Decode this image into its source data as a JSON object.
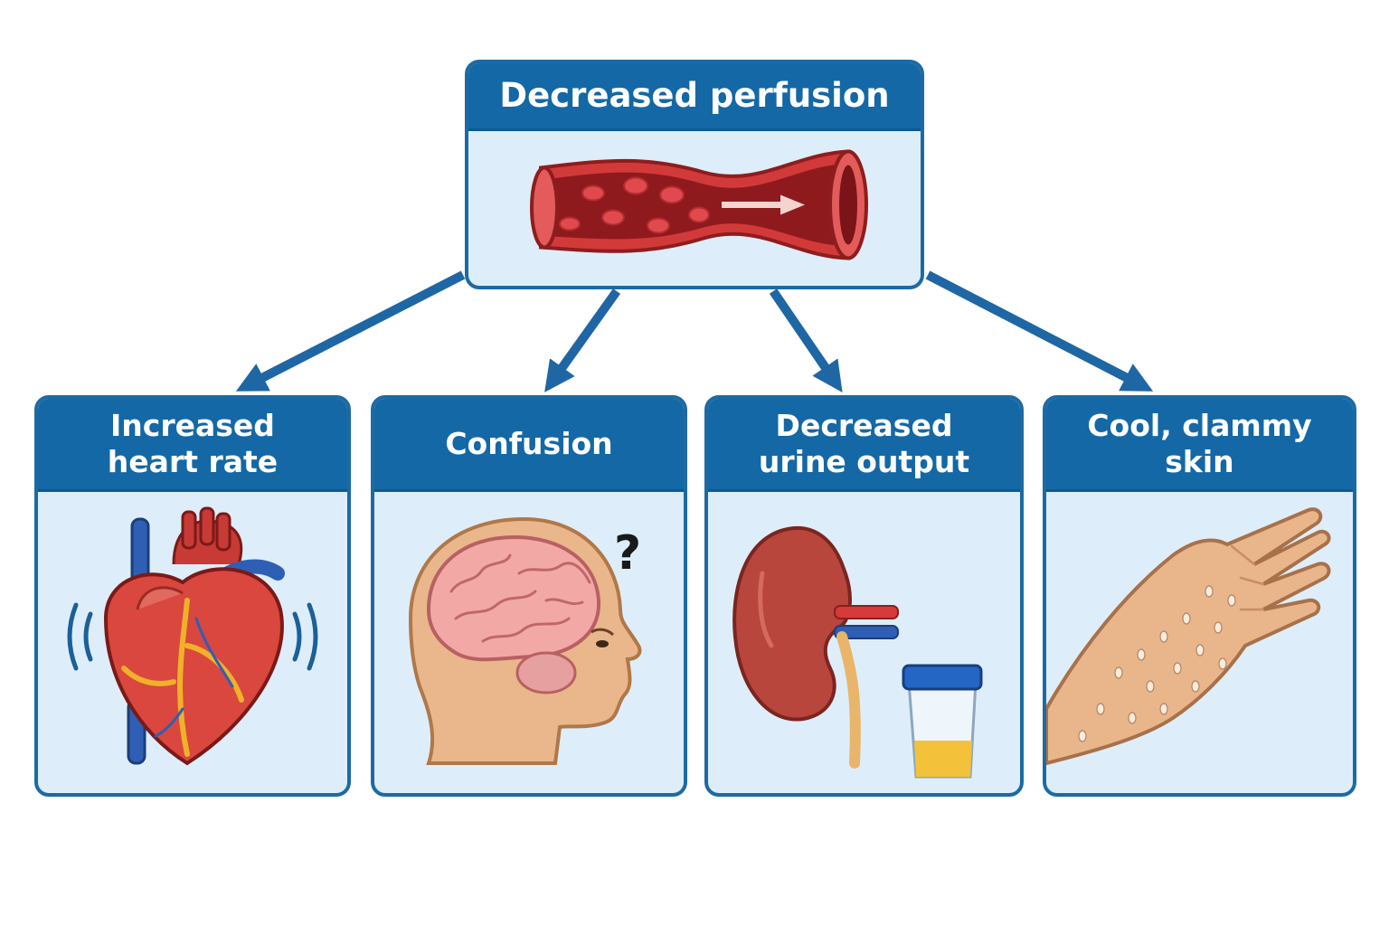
{
  "diagram": {
    "root": {
      "label": "Decreased perfusion",
      "icon": "blood-vessel-icon"
    },
    "effects": [
      {
        "label": "Increased\nheart rate",
        "icon": "heart-icon"
      },
      {
        "label": "Confusion",
        "icon": "head-brain-icon"
      },
      {
        "label": "Decreased\nurine output",
        "icon": "kidney-icon"
      },
      {
        "label": "Cool, clammy\nskin",
        "icon": "hand-icon"
      }
    ],
    "colors": {
      "header": "#1468a6",
      "border": "#1d6aa3",
      "panel": "#ddeefa",
      "arrow": "#1f66a5"
    }
  }
}
